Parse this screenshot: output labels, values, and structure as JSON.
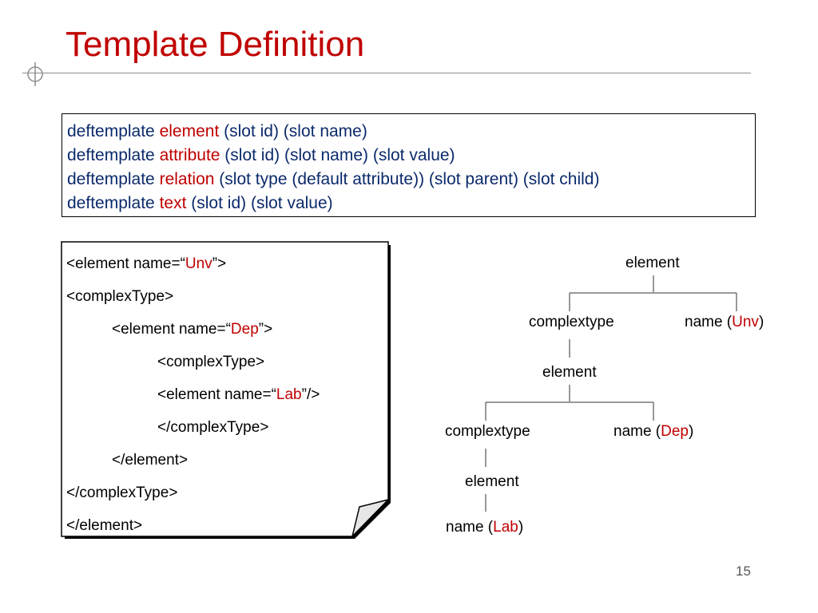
{
  "slide": {
    "title": "Template Definition",
    "page_number": "15",
    "colors": {
      "title": "#c00000",
      "keyword": "#c00000",
      "text": "#0b2a6b",
      "rule": "#8c8c8c"
    }
  },
  "definitions": [
    {
      "prefix": "deftemplate ",
      "keyword": "element",
      "rest": " (slot id) (slot name)"
    },
    {
      "prefix": "deftemplate ",
      "keyword": "attribute",
      "rest": " (slot id) (slot name) (slot value)"
    },
    {
      "prefix": "deftemplate ",
      "keyword": "relation",
      "rest": " (slot type (default attribute)) (slot parent) (slot child)"
    },
    {
      "prefix": "deftemplate ",
      "keyword": "text",
      "rest": " (slot id) (slot value)"
    }
  ],
  "xml_code": [
    {
      "pre": "<element name=“",
      "hl": "Unv",
      "post": "”>"
    },
    {
      "pre": "<complexType>",
      "hl": "",
      "post": ""
    },
    {
      "pre": "<element name=“",
      "hl": "Dep",
      "post": "”>"
    },
    {
      "pre": "<complexType>",
      "hl": "",
      "post": ""
    },
    {
      "pre": "<element name=“",
      "hl": "Lab",
      "post": "”/>"
    },
    {
      "pre": "</complexType>",
      "hl": "",
      "post": ""
    },
    {
      "pre": "</element>",
      "hl": "",
      "post": ""
    },
    {
      "pre": "</complexType>",
      "hl": "",
      "post": ""
    },
    {
      "pre": "</element>",
      "hl": "",
      "post": ""
    }
  ],
  "tree": {
    "root": "element",
    "complextype_1": "complextype",
    "name_unv": {
      "pre": "name (",
      "hl": "Unv",
      "post": ")"
    },
    "element_2": "element",
    "complextype_2": "complextype",
    "name_dep": {
      "pre": "name (",
      "hl": "Dep",
      "post": ")"
    },
    "element_3": "element",
    "name_lab": {
      "pre": "name (",
      "hl": "Lab",
      "post": ")"
    }
  }
}
